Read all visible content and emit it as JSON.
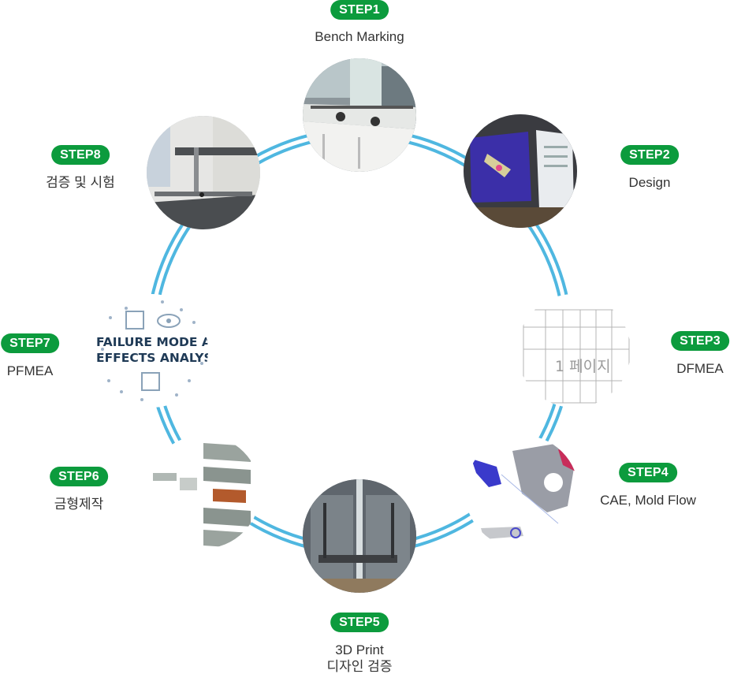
{
  "steps": [
    {
      "badge": "STEP1",
      "title": "Bench Marking"
    },
    {
      "badge": "STEP2",
      "title": "Design"
    },
    {
      "badge": "STEP3",
      "title": "DFMEA"
    },
    {
      "badge": "STEP4",
      "title": "CAE, Mold Flow"
    },
    {
      "badge": "STEP5",
      "title": "3D Print",
      "subtitle": "디자인 검증"
    },
    {
      "badge": "STEP6",
      "title": "금형제작"
    },
    {
      "badge": "STEP7",
      "title": "PFMEA"
    },
    {
      "badge": "STEP8",
      "title": "검증 및 시험"
    }
  ],
  "images": {
    "step3_text": "1 페이지",
    "step7_line1": "FAILURE MODE AND",
    "step7_line2": "EFFECTS ANALYSIS"
  },
  "colors": {
    "badge": "#0c9b3d",
    "ring": "#4fb7e0"
  }
}
